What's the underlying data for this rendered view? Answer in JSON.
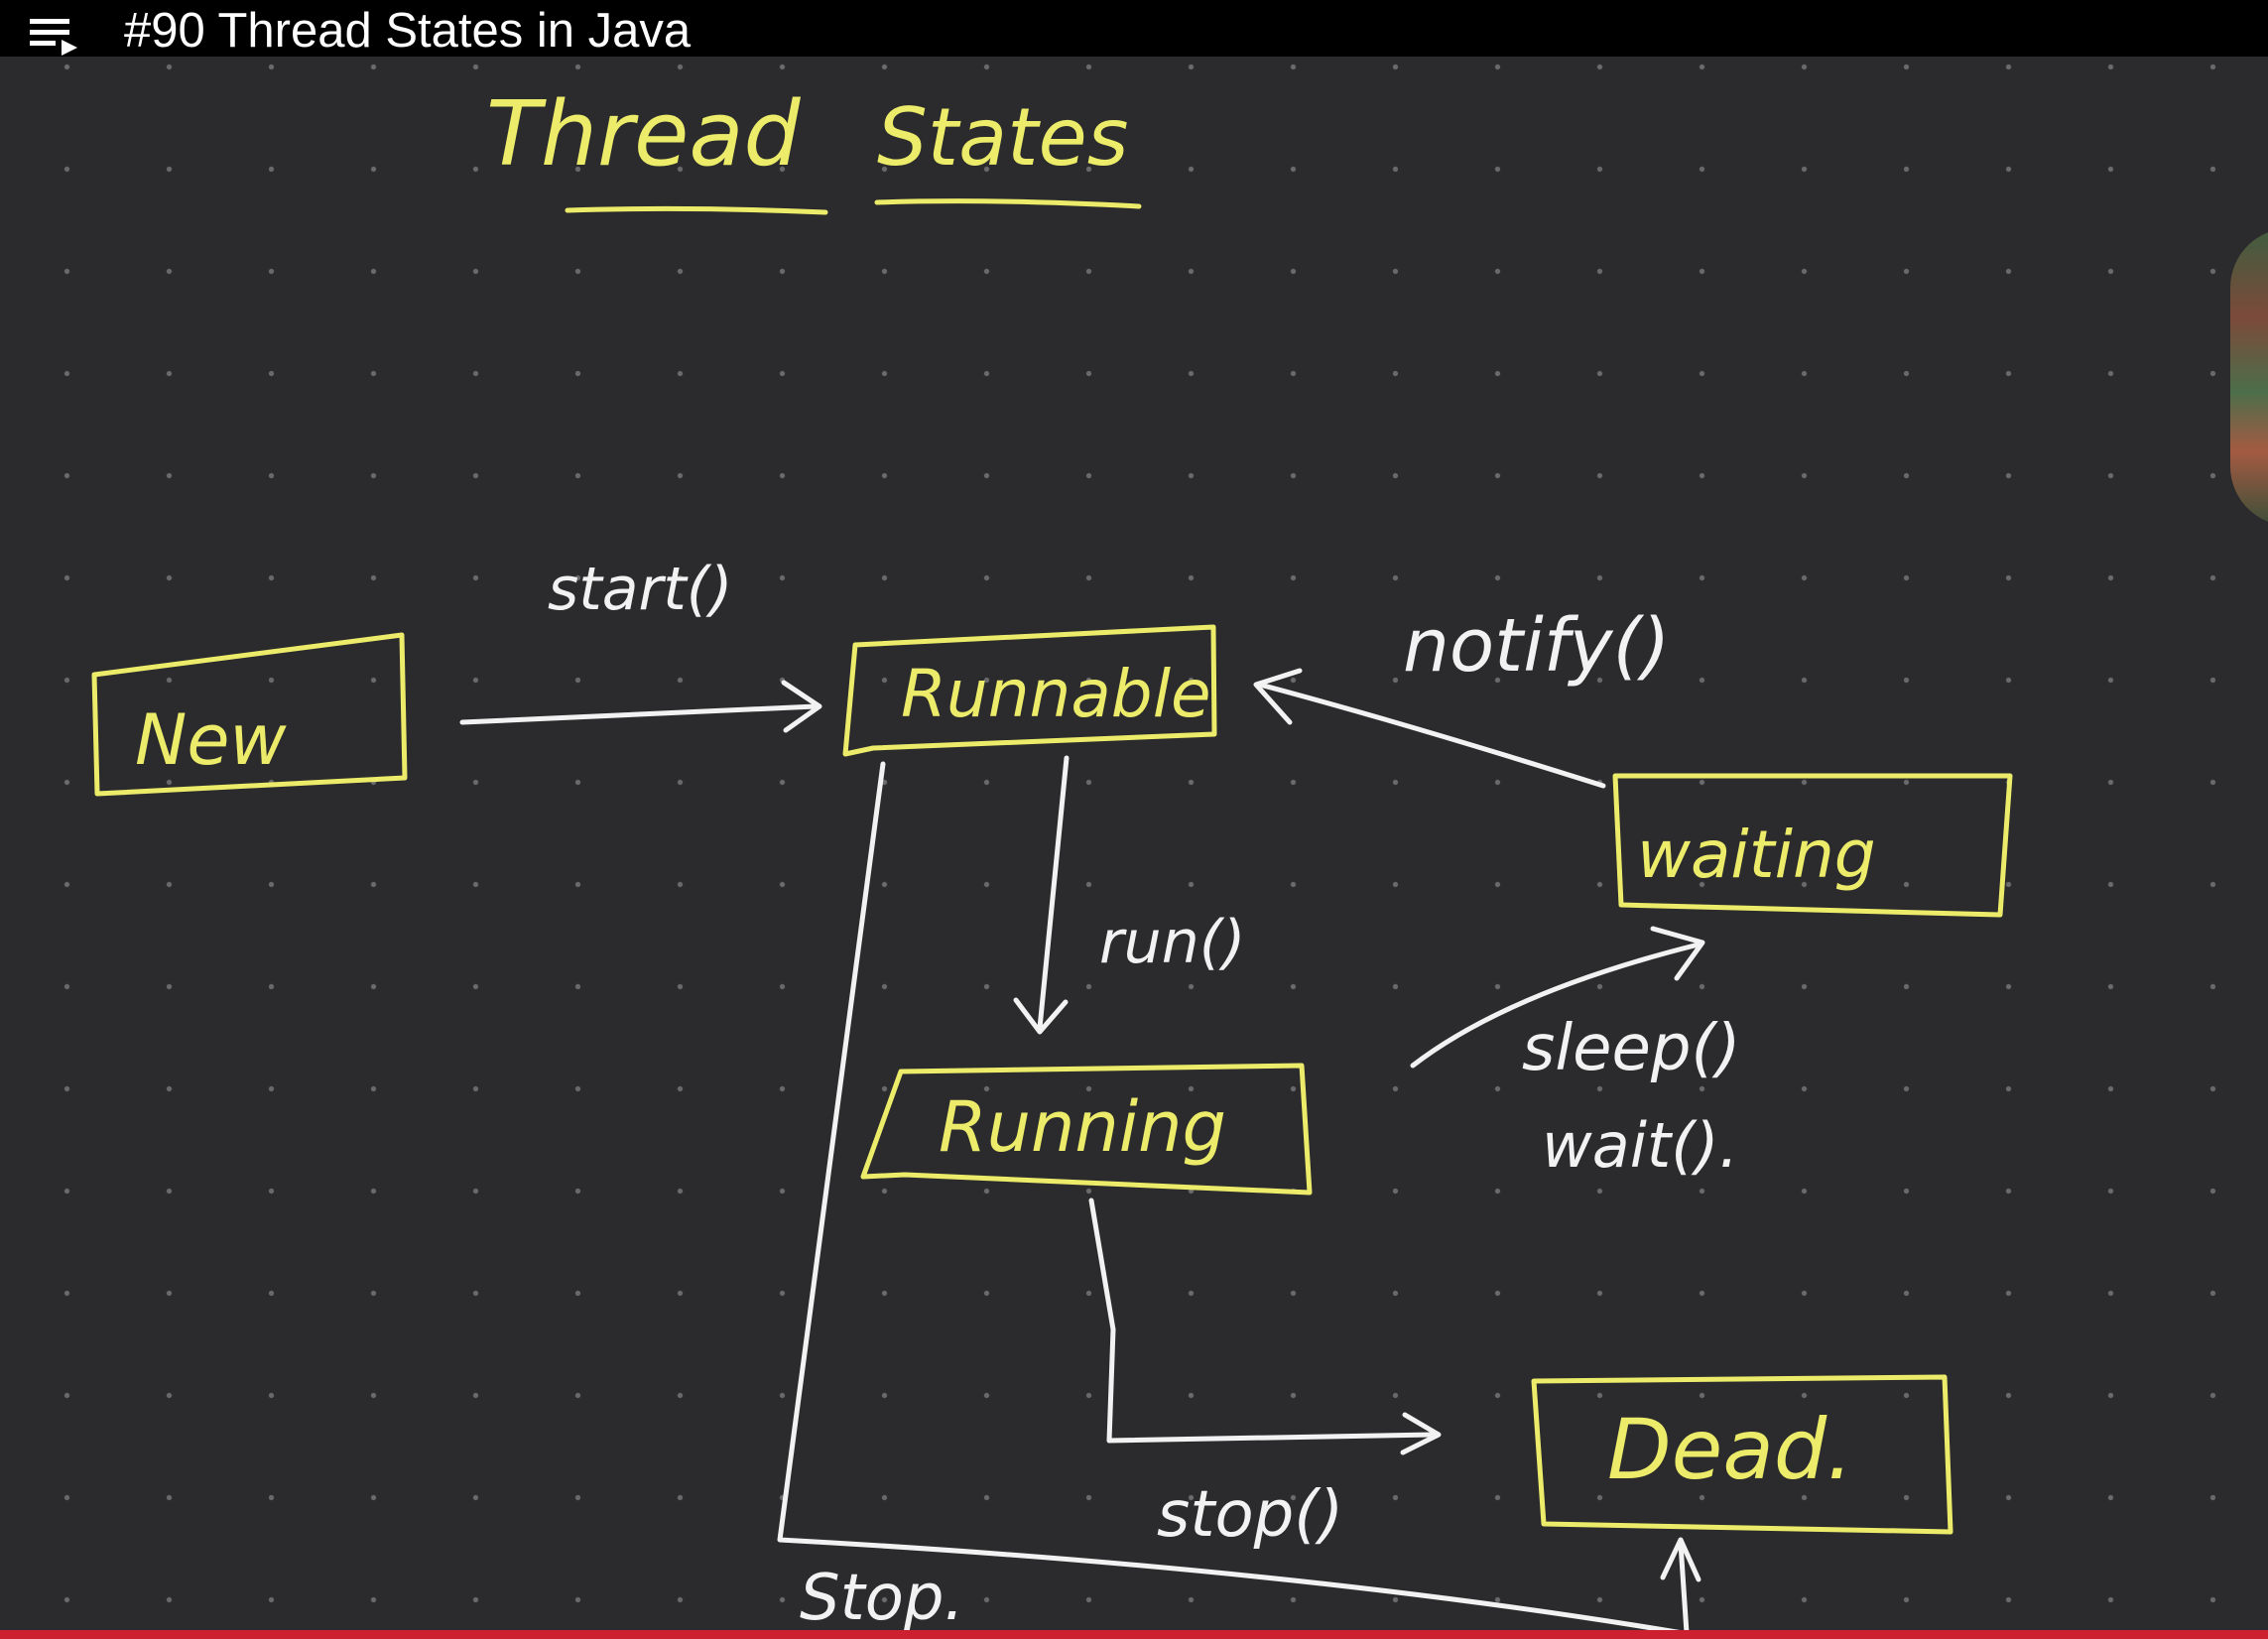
{
  "header": {
    "title": "#90 Thread States in Java",
    "playlist_icon": "playlist-icon"
  },
  "heading": {
    "word1": "Thread",
    "word2": "States"
  },
  "states": {
    "new": "New",
    "runnable": "Runnable",
    "running": "Running",
    "waiting": "waiting",
    "dead": "Dead."
  },
  "transitions": {
    "start": "start()",
    "run": "run()",
    "notify": "notify()",
    "sleep": "sleep()",
    "wait": "wait().",
    "stop_running": "stop()",
    "stop_runnable": "Stop."
  },
  "colors": {
    "background": "#2b2b2d",
    "box_stroke": "#ecec6a",
    "arrow": "#f2f2f2",
    "progress": "#cc1f2f"
  },
  "progress": {
    "fraction": 1.0
  }
}
